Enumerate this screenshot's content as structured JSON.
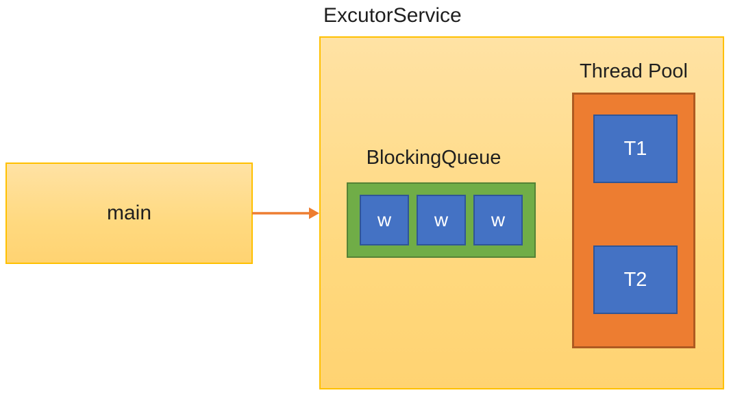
{
  "diagram": {
    "title": "ExcutorService",
    "main_box": {
      "label": "main"
    },
    "blocking_queue": {
      "label": "BlockingQueue",
      "items": [
        "w",
        "w",
        "w"
      ]
    },
    "thread_pool": {
      "label": "Thread Pool",
      "threads": [
        "T1",
        "T2"
      ]
    },
    "arrow": {
      "from": "main",
      "to": "ExcutorService"
    },
    "colors": {
      "container_border": "#FFC000",
      "container_fill_top": "#FFE2A4",
      "container_fill_bottom": "#FFD372",
      "queue_fill": "#70AD47",
      "queue_border": "#548235",
      "task_fill": "#4472C4",
      "task_border": "#2F5597",
      "pool_fill": "#ED7D31",
      "pool_border": "#AE5A21",
      "arrow_color": "#ED7D31",
      "text_color": "#1f1f1f"
    }
  }
}
